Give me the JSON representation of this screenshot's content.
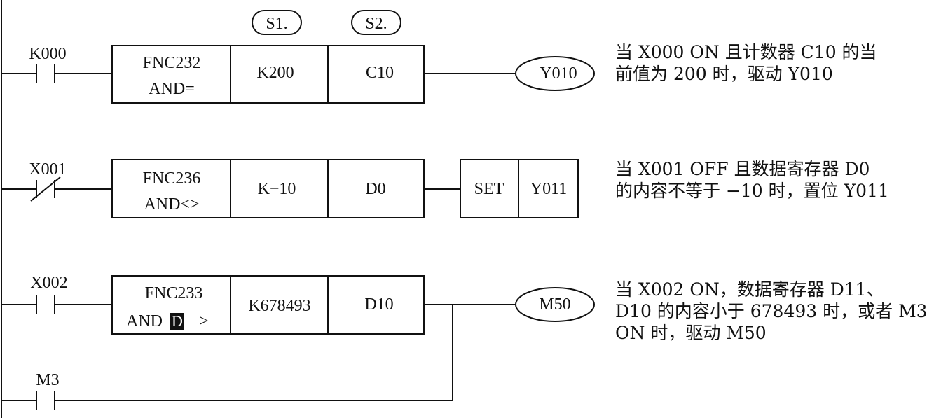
{
  "header": {
    "s1": "S1.",
    "s2": "S2."
  },
  "rungs": [
    {
      "contact": "K000",
      "contact_type": "NO",
      "fnc": "FNC232",
      "op": "AND=",
      "s1": "K200",
      "s2": "C10",
      "output": {
        "kind": "coil",
        "label": "Y010"
      },
      "desc": [
        "当 X000 ON 且计数器 C10 的当",
        "前值为 200 时，驱动 Y010"
      ]
    },
    {
      "contact": "X001",
      "contact_type": "NC",
      "fnc": "FNC236",
      "op": "AND<>",
      "s1": "K−10",
      "s2": "D0",
      "output": {
        "kind": "box",
        "cmd": "SET",
        "label": "Y011"
      },
      "desc": [
        "当 X001 OFF 且数据寄存器 D0",
        "的内容不等于 −10 时，置位 Y011"
      ]
    },
    {
      "contact": "X002",
      "contact_type": "NO",
      "fnc": "FNC233",
      "op_prefix": "AND",
      "op_flag": "D",
      "op_suffix": ">",
      "s1": "K678493",
      "s2": "D10",
      "output": {
        "kind": "coil",
        "label": "M50"
      },
      "desc": [
        "当 X002 ON，数据寄存器 D11、",
        "D10 的内容小于 678493 时，或者 M3",
        "ON 时，驱动 M50"
      ]
    }
  ],
  "parallel_contact": {
    "label": "M3",
    "contact_type": "NO"
  }
}
